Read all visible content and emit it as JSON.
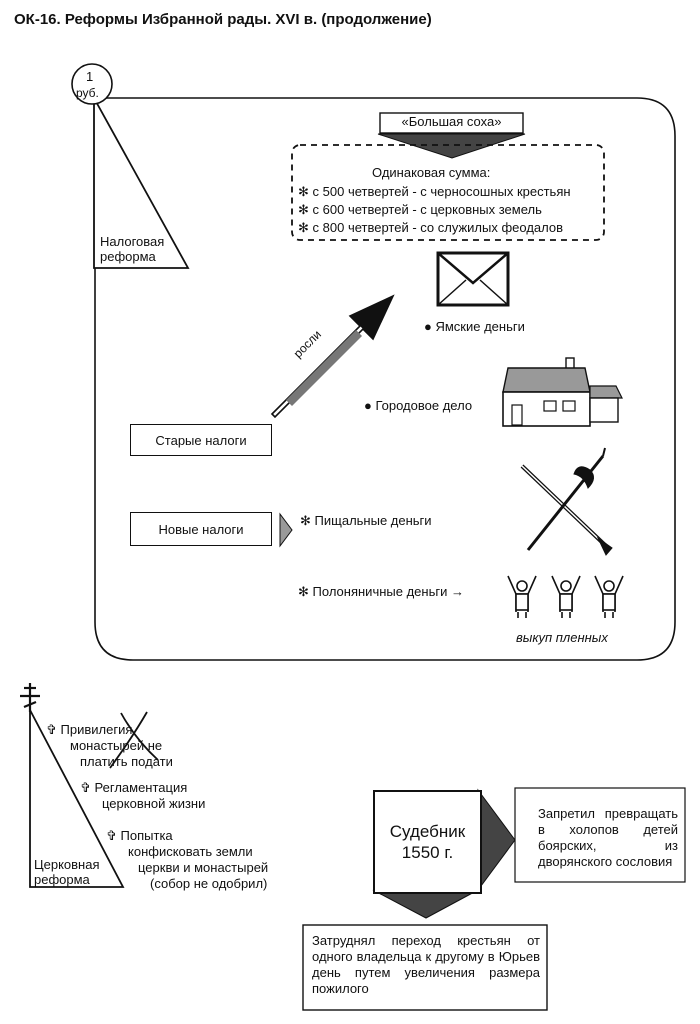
{
  "title": "ОК-16. Реформы Избранной рады. XVI в. (продолжение)",
  "tax_reform": {
    "coin_line1": "1",
    "coin_line2": "руб.",
    "label_line1": "Налоговая",
    "label_line2": "реформа"
  },
  "bolshaya_sokha": {
    "title": "«Большая соха»",
    "subtitle": "Одинаковая сумма:",
    "items": [
      "с 500 четвертей - с черносошных крестьян",
      "с 600 четвертей - с церковных земель",
      "с 800 четвертей - со служилых феодалов"
    ],
    "bullet": "✻"
  },
  "yamskie": "Ямские деньги",
  "gorodovoe": "Городовое дело",
  "arrow_label": "росли",
  "old_taxes": "Старые налоги",
  "new_taxes": "Новые налоги",
  "pishchalnye": "Пищальные деньги",
  "polonyanichnye": "Полоняничные деньги",
  "arrow_symbol": "→",
  "vykup": "выкуп пленных",
  "church_reform": {
    "label_line1": "Церковная",
    "label_line2": "реформа",
    "cross_symbol": "✞",
    "items": [
      {
        "line1": "Привилегия",
        "line2": "монастырей не",
        "line3": "платить подати"
      },
      {
        "line1": "Регламентация",
        "line2": "церковной жизни"
      },
      {
        "line1": "Попытка",
        "line2": "конфисковать земли",
        "line3": "церкви и монастырей",
        "line4": "(собор не одобрил)"
      }
    ]
  },
  "sudebnik": {
    "line1": "Судебник",
    "line2": "1550 г.",
    "right_text": "Запретил превращать в холопов детей боярских, из дворянского сословия",
    "bottom_text": "Затруднял переход крестьян от одного владельца к другому в Юрьев день путем увеличения размера пожилого"
  }
}
